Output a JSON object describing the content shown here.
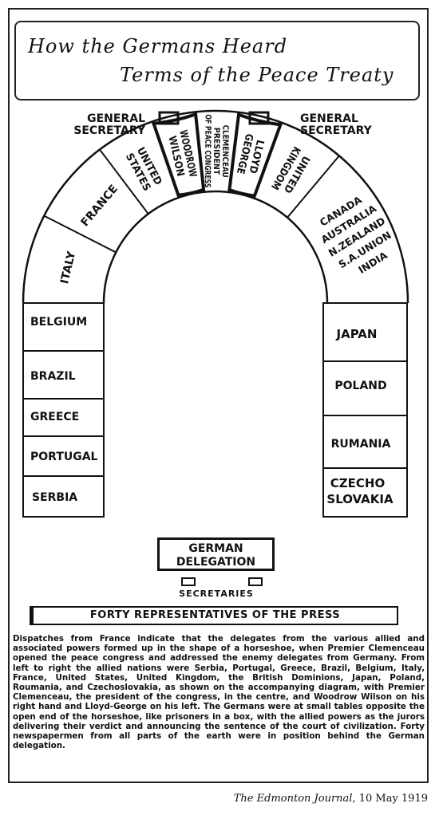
{
  "title": {
    "line1": "How the Germans Heard",
    "line2": "Terms of the Peace Treaty"
  },
  "secretaries_top": {
    "left": [
      "GENERAL",
      "SECRETARY"
    ],
    "right": [
      "GENERAL",
      "SECRETARY"
    ]
  },
  "arch_segments": [
    {
      "lines": [
        "ITALY"
      ]
    },
    {
      "lines": [
        "FRANCE"
      ]
    },
    {
      "lines": [
        "UNITED",
        "STATES"
      ]
    },
    {
      "lines": [
        "WOODROW",
        "WILSON"
      ]
    },
    {
      "lines": [
        "CLEMENCEAU",
        "PRESIDENT",
        "OF PEACE CONGRESS"
      ]
    },
    {
      "lines": [
        "LLOYD",
        "GEORGE"
      ]
    },
    {
      "lines": [
        "UNITED",
        "KINGDOM"
      ]
    },
    {
      "lines": [
        "CANADA",
        "AUSTRALIA",
        "N.ZEALAND",
        "S.A.UNION",
        "INDIA"
      ]
    }
  ],
  "left_column": [
    "BELGIUM",
    "BRAZIL",
    "GREECE",
    "PORTUGAL",
    "SERBIA"
  ],
  "right_column": [
    [
      "JAPAN"
    ],
    [
      "POLAND"
    ],
    [
      "RUMANIA"
    ],
    [
      "CZECHO",
      "SLOVAKIA"
    ]
  ],
  "german_delegation": {
    "line1": "GERMAN",
    "line2": "DELEGATION"
  },
  "secretaries_bottom": "SECRETARIES",
  "press": "FORTY REPRESENTATIVES OF THE PRESS",
  "caption": "Dispatches from France indicate that the delegates from the various allied and associated powers formed up in the shape of a horseshoe, when Premier Clemenceau opened the peace congress and addressed the enemy delegates from Germany. From left to right the allied nations were Serbia, Portugal, Greece, Brazil, Belgium, Italy, France, United States, United Kingdom, the British Dominions, Japan, Poland, Roumania, and Czechoslovakia, as shown on the accompanying diagram, with Premier Clemenceau, the president of the congress, in the centre, and Woodrow Wilson on his right hand and Lloyd-George on his left. The Germans were at small tables opposite the open end of the horseshoe, like prisoners in a box, with the allied powers as the jurors delivering their verdict and announcing the sentence of the court of civilization. Forty newspapermen from all parts of the earth were in position behind the German delegation.",
  "source": {
    "publication": "The Edmonton Journal",
    "date": ", 10 May 1919"
  }
}
